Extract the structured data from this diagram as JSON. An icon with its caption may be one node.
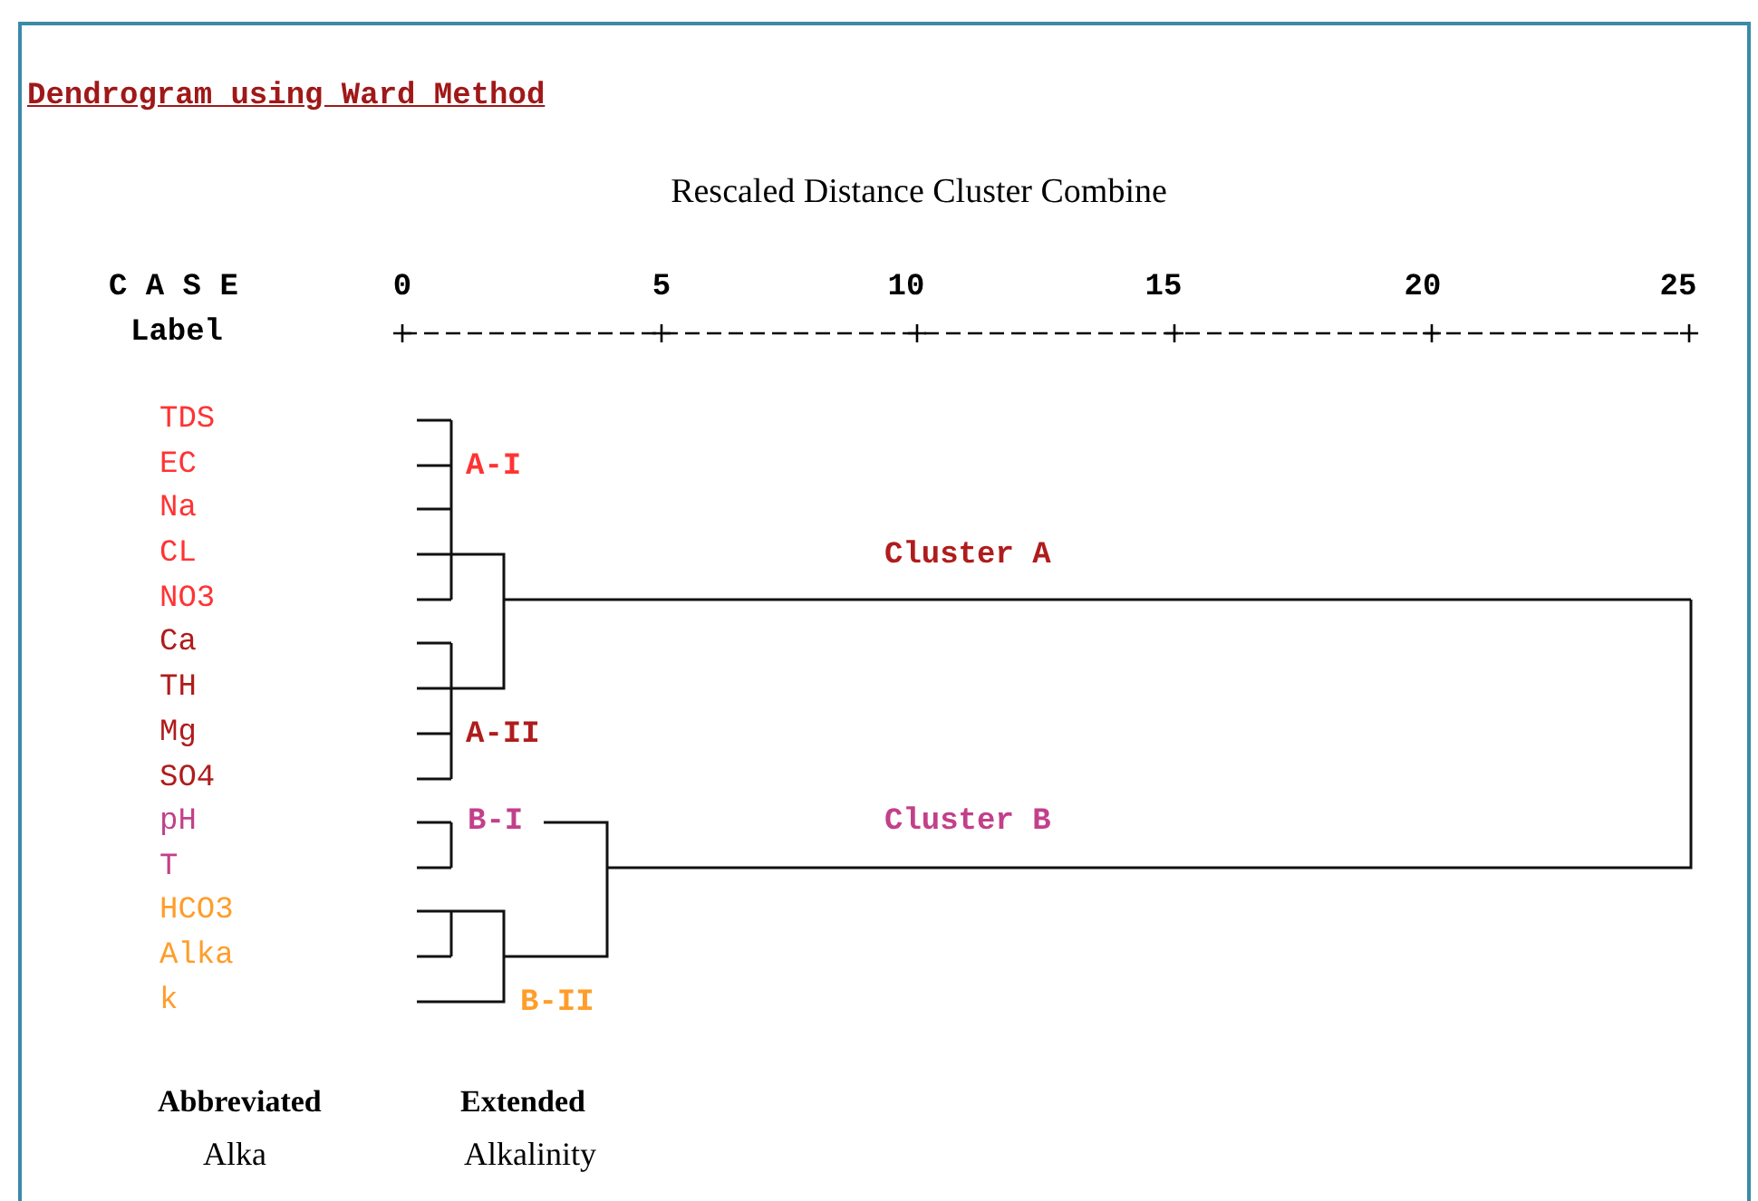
{
  "diagram": {
    "title": "Dendrogram using Ward Method",
    "labels": [
      "Rescaled Distance Cluster Combine",
      "C A S E",
      "0",
      "5",
      "10",
      "15",
      "20",
      "25",
      "Label",
      "TDS",
      "EC",
      "Na",
      "CL",
      "NO3",
      "Ca",
      "TH",
      "Mg",
      "SO4",
      "pH",
      "T",
      "HCO3",
      "Alka",
      "k",
      "A-I",
      "Cluster A",
      "A-II",
      "B-I",
      "Cluster B",
      "B-II",
      "Abbreviated",
      "Extended",
      "Alka",
      "Alkalinity"
    ]
  }
}
